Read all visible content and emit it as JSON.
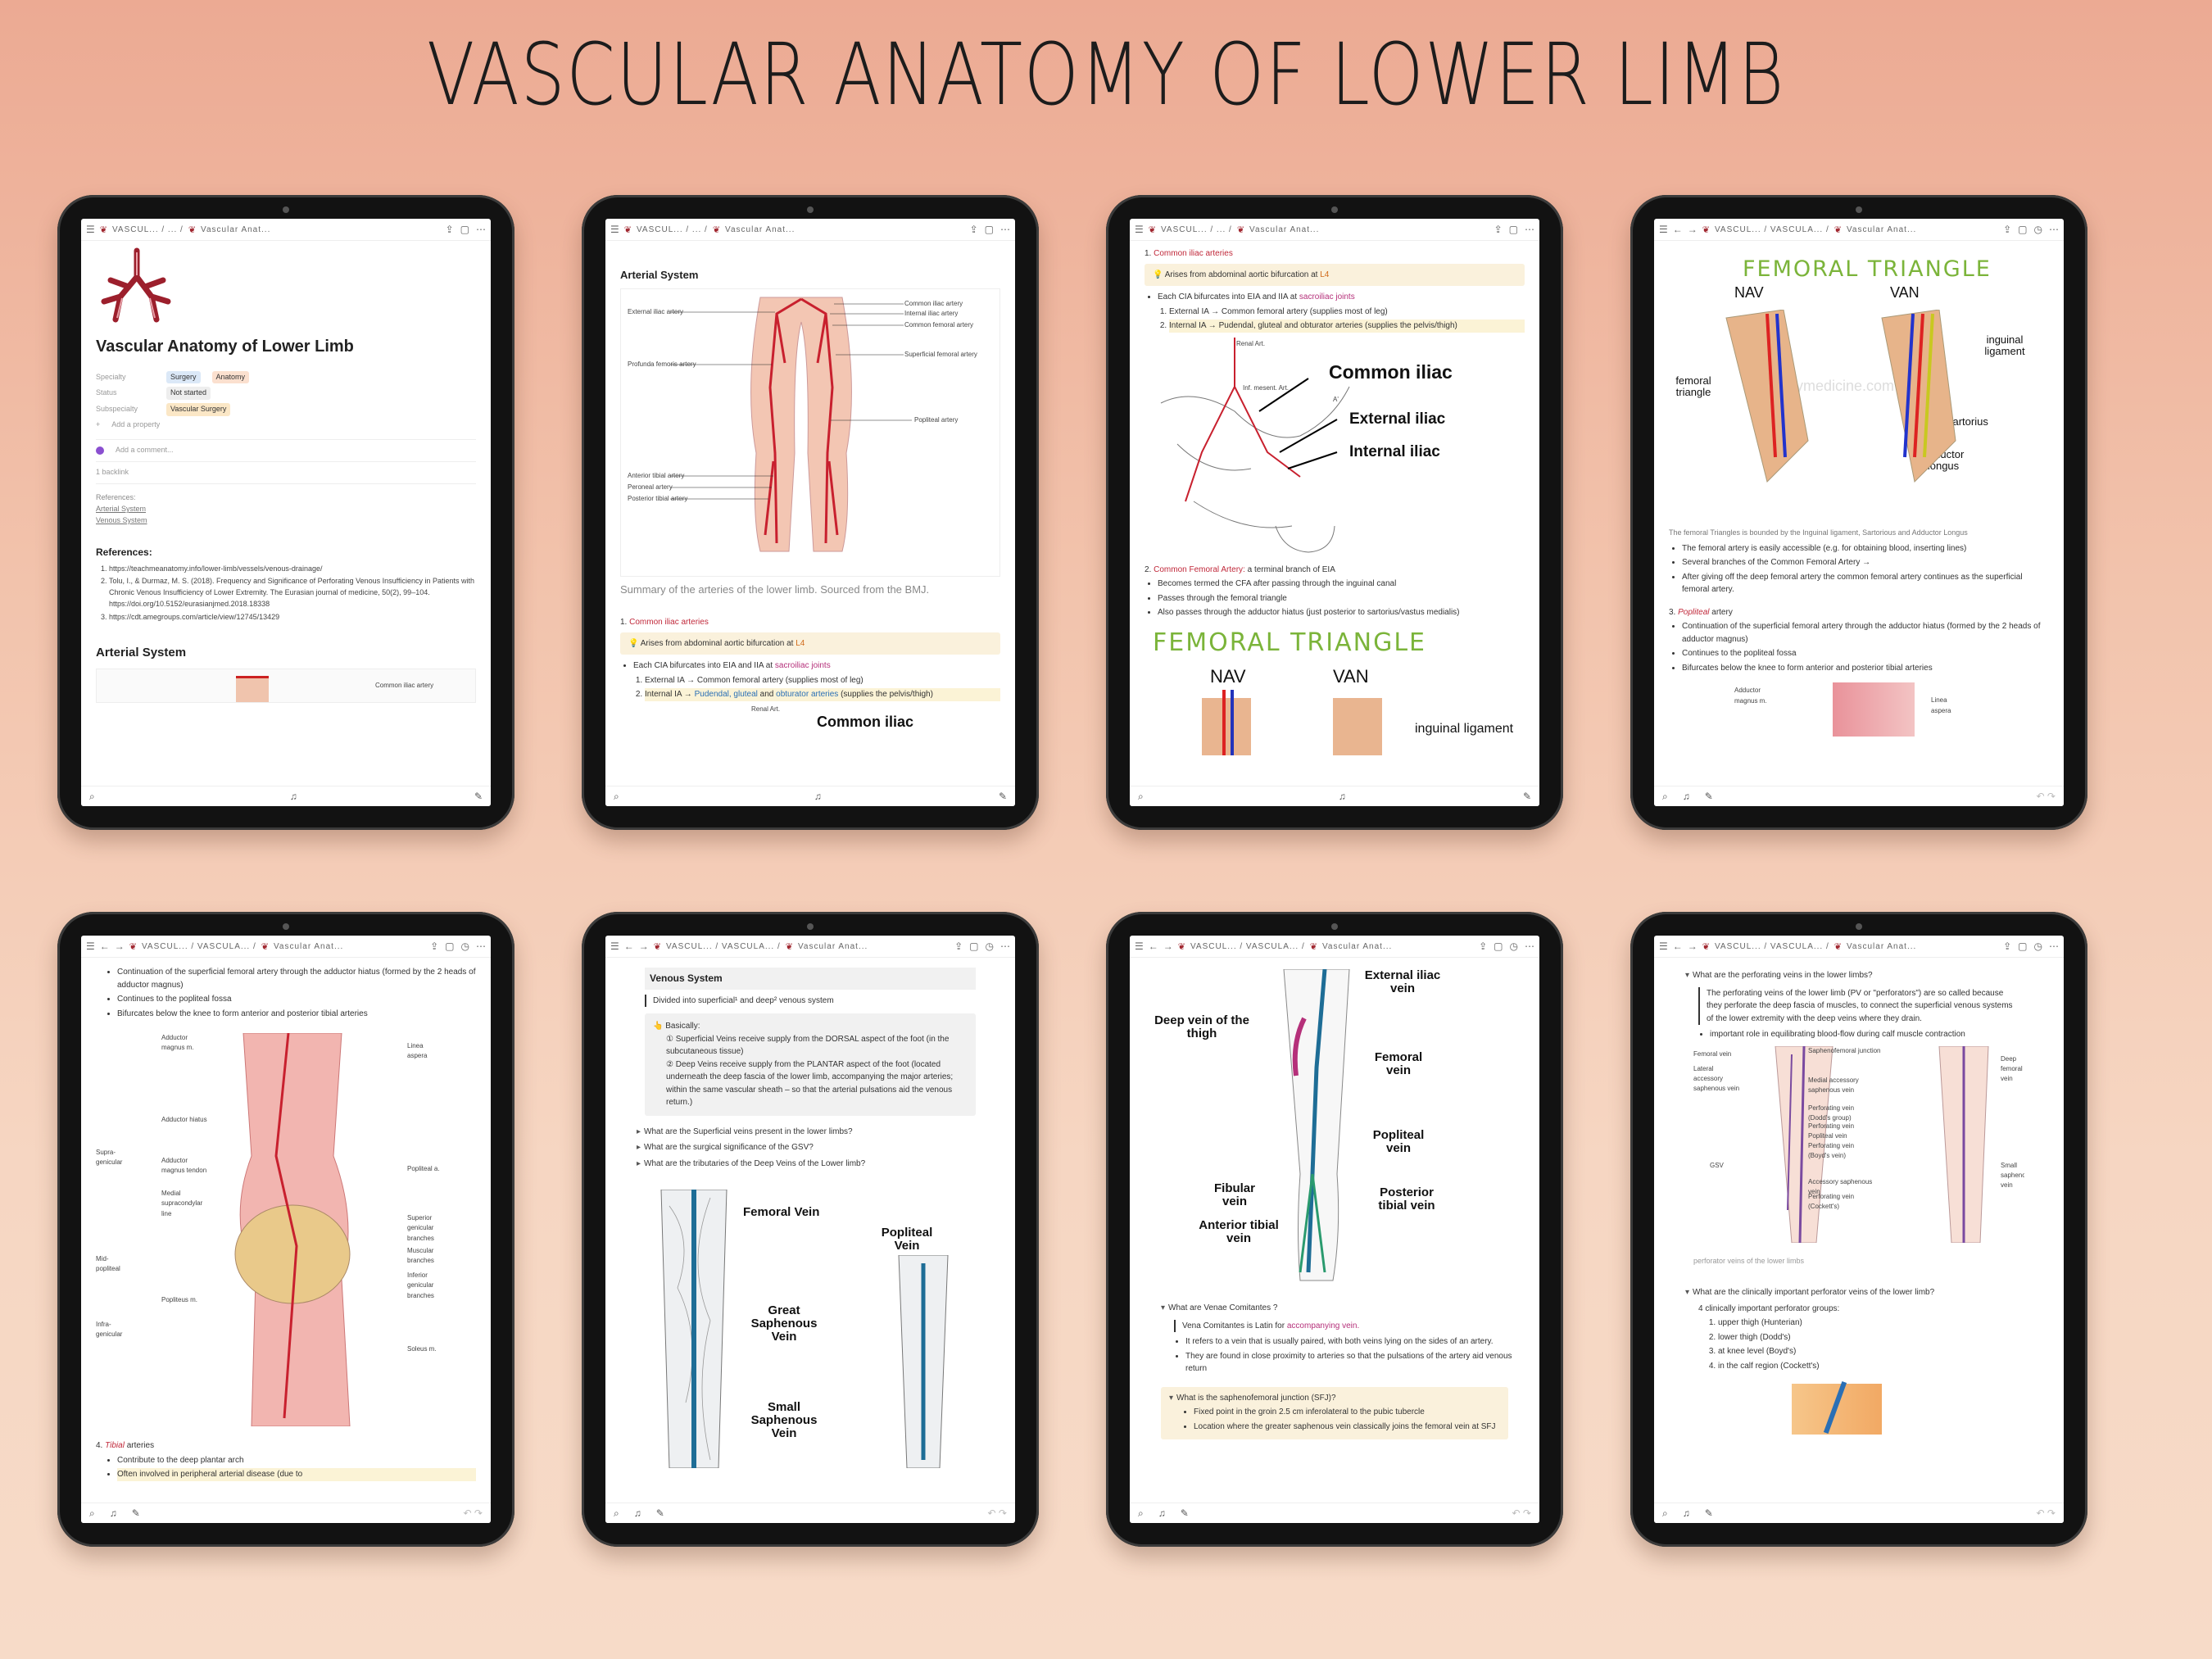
{
  "page": {
    "title": "VASCULAR ANATOMY OF LOWER LIMB"
  },
  "toolbar": {
    "crumb_short": "VASCUL... / ... /",
    "crumb_long": "VASCUL... / VASCULA... /",
    "page_tab": "Vascular Anat..."
  },
  "tablet1": {
    "title": "Vascular Anatomy of Lower Limb",
    "properties": [
      {
        "key": "Specialty",
        "values": [
          "Surgery",
          "Anatomy"
        ]
      },
      {
        "key": "Status",
        "values": [
          "Not started"
        ]
      },
      {
        "key": "Subspecialty",
        "values": [
          "Vascular Surgery"
        ]
      }
    ],
    "add_property": "Add a property",
    "add_comment": "Add a comment...",
    "backlink": "1 backlink",
    "references_label": "References:",
    "ref_links": [
      "Arterial System",
      "Venous System"
    ],
    "references_heading": "References:",
    "references": [
      "https://teachmeanatomy.info/lower-limb/vessels/venous-drainage/",
      "Tolu, I., & Durmaz, M. S. (2018). Frequency and Significance of Perforating Venous Insufficiency in Patients with Chronic Venous Insufficiency of Lower Extremity. The Eurasian journal of medicine, 50(2), 99–104. https://doi.org/10.5152/eurasianjmed.2018.18338",
      "https://cdt.amegroups.com/article/view/12745/13429"
    ],
    "arterial_heading": "Arterial System",
    "peek_label": "Common iliac artery"
  },
  "tablet2": {
    "heading": "Arterial System",
    "diagram_labels_right": [
      "Common iliac artery",
      "Internal iliac artery",
      "Common femoral artery",
      "Superficial femoral artery",
      "Popliteal artery"
    ],
    "diagram_labels_left": [
      "External iliac artery",
      "Profunda femoris artery",
      "Anterior tibial artery",
      "Peroneal artery",
      "Posterior tibial artery"
    ],
    "caption": "Summary of the arteries of the lower limb. Sourced from the BMJ.",
    "item1": "Common iliac arteries",
    "callout": "Arises from abdominal aortic bifurcation at",
    "callout_level": "L4",
    "bifurcates": "Each CIA bifurcates into EIA and IIA at",
    "bifurcates_link": "sacroiliac joints",
    "external": "External IA → Common femoral artery (supplies most of leg)",
    "internal_a": "Internal IA →",
    "internal_b": "Pudendal, gluteal",
    "internal_c": "and",
    "internal_d": "obturator",
    "internal_e": "arteries",
    "internal_f": "(supplies the pelvis/thigh)",
    "peek": "Common iliac",
    "peek_small": "Renal Art."
  },
  "tablet3": {
    "item1": "Common iliac arteries",
    "callout": "Arises from abdominal aortic bifurcation at",
    "callout_level": "L4",
    "bifurcates": "Each CIA bifurcates into EIA and IIA at",
    "bifurcates_link": "sacroiliac joints",
    "external": "External IA → Common femoral artery (supplies most of leg)",
    "internal": "Internal IA → Pudendal, gluteal and obturator arteries (supplies the pelvis/thigh)",
    "diagram_labels": [
      "Common iliac",
      "External iliac",
      "Internal iliac"
    ],
    "diagram_small": [
      "Renal Art.",
      "Inf. mesent. Art.",
      "A'"
    ],
    "item2_a": "Common Femoral Artery:",
    "item2_b": "a terminal branch of EIA",
    "cfa_bullets": [
      "Becomes termed the CFA after passing through the inguinal canal",
      "Passes through the femoral triangle",
      "Also passes through the adductor hiatus (just posterior to sartorius/vastus medialis)"
    ],
    "fig_title": "FEMORAL TRIANGLE",
    "fig_labels": [
      "NAV",
      "VAN",
      "inguinal ligament"
    ]
  },
  "tablet4": {
    "fig_title": "FEMORAL TRIANGLE",
    "fig_labels": [
      "NAV",
      "VAN",
      "inguinal ligament",
      "femoral triangle",
      "sartorius",
      "adductor longus"
    ],
    "watermark": "mymedicine.com",
    "caption": "The femoral Triangles is bounded by the Inguinal ligament, Sartorious and Adductor Longus",
    "bullets": [
      "The femoral artery is easily accessible (e.g. for obtaining blood, inserting lines)",
      "Several branches of the Common Femoral Artery →",
      "After giving off the deep femoral artery the common femoral artery continues as the superficial femoral artery."
    ],
    "item3": "3.",
    "item3_name": "Popliteal",
    "item3_suffix": "artery",
    "pop_bullets": [
      "Continuation of the superficial femoral artery through the adductor hiatus (formed by the 2 heads of adductor magnus)",
      "Continues to the popliteal fossa",
      "Bifurcates below the knee to form anterior and posterior tibial arteries"
    ],
    "peek_labels": [
      "Adductor magnus m.",
      "Linea aspera"
    ]
  },
  "tablet5": {
    "bullets": [
      "Continuation of the superficial femoral artery through the adductor hiatus (formed by the 2 heads of adductor magnus)",
      "Continues to the popliteal fossa",
      "Bifurcates below the knee to form anterior and posterior tibial arteries"
    ],
    "knee_labels_left": [
      "Adductor magnus m.",
      "Adductor hiatus",
      "Supra-genicular",
      "Adductor magnus tendon",
      "Medial supracondylar line",
      "Mid-popliteal",
      "Popliteus m.",
      "Infra-genicular"
    ],
    "knee_labels_right": [
      "Linea aspera",
      "Popliteal a.",
      "Superior genicular branches",
      "Muscular branches",
      "Inferior genicular branches",
      "Soleus m."
    ],
    "item4": "4.",
    "item4_name": "Tibial",
    "item4_suffix": "arteries",
    "tib_bullets": [
      "Contribute to the deep plantar arch",
      "Often involved in peripheral arterial disease (due to"
    ]
  },
  "tablet6": {
    "heading": "Venous System",
    "intro": "Divided into superficial¹ and deep² venous system",
    "basically": "Basically:",
    "sup_lines": "① Superficial Veins receive supply from the DORSAL aspect of the foot (in the subcutaneous tissue)",
    "deep_lines": "② Deep Veins receive supply from the PLANTAR aspect of the foot (located underneath the deep fascia of the lower limb, accompanying the major arteries; within the same vascular sheath – so that the arterial pulsations aid the venous return.)",
    "toggles": [
      "What are the Superficial veins present in the lower limbs?",
      "What are the surgical significance of the GSV?",
      "What are the tributaries of the Deep Veins of the Lower limb?"
    ],
    "fig_labels": [
      "Femoral Vein",
      "Popliteal Vein",
      "Great Saphenous Vein",
      "Small Saphenous Vein"
    ]
  },
  "tablet7": {
    "fig_labels": [
      "External iliac vein",
      "Deep vein of the thigh",
      "Femoral vein",
      "Popliteal vein",
      "Fibular vein",
      "Posterior tibial vein",
      "Anterior tibial vein"
    ],
    "q1": "What are Venae Comitantes ?",
    "vc_quote_a": "Vena Comitantes is Latin for",
    "vc_quote_b": "accompanying vein.",
    "vc_bullets": [
      "It refers to a vein that is usually paired, with both veins lying on the sides of an artery.",
      "They are found in close proximity to arteries so that the pulsations of the artery aid venous return"
    ],
    "q2": "What is the saphenofemoral junction (SFJ)?",
    "sfj_bullets": [
      "Fixed point in the groin 2.5 cm inferolateral to the pubic tubercle",
      "Location where the greater saphenous vein classically joins the femoral vein at SFJ"
    ]
  },
  "tablet8": {
    "q1": "What are the perforating veins in the lower limbs?",
    "quote": "The perforating veins of the lower limb (PV or \"perforators\") are so called because they perforate the deep fascia of muscles, to connect the superficial venous systems of the lower extremity with the deep veins where they drain.",
    "bullet": "important role in equilibrating blood-flow during calf muscle contraction",
    "fig_labels": [
      "Femoral vein",
      "Saphenofemoral junction",
      "Lateral accessory saphenous vein",
      "Medial accessory saphenous vein",
      "Perforating vein (Dodd's group)",
      "GSV",
      "Perforating vein",
      "Popliteal vein",
      "Perforating vein (Boyd's vein)",
      "Accessory saphenous vein",
      "Perforating vein (Cockett's)",
      "Small saphenous vein",
      "Deep femoral vein"
    ],
    "caption": "perforator veins of the lower limbs",
    "q2": "What are the clinically important perforator veins of the lower limb?",
    "groups_intro": "4 clinically important perforator groups:",
    "groups": [
      "upper thigh (Hunterian)",
      "lower thigh (Dodd's)",
      "at knee level (Boyd's)",
      "in the calf region (Cockett's)"
    ]
  }
}
